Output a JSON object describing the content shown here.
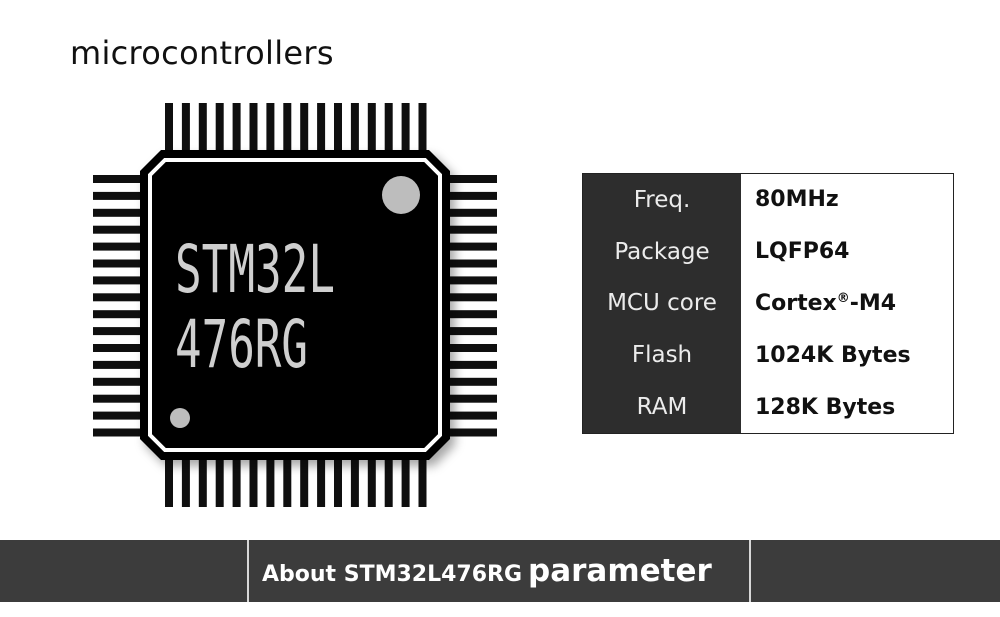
{
  "heading": "microcontrollers",
  "chip": {
    "marking_line1": "STM32L",
    "marking_line2": "476RG",
    "icon": "microcontroller-chip-icon",
    "pins_per_side": 16,
    "colors": {
      "body": "#050505",
      "outline": "#ffffff",
      "pin": "#0f0f0f",
      "marking": "#cfcfcf",
      "dot": "#bdbdbd"
    }
  },
  "params": [
    {
      "label": "Freq.",
      "value": "80MHz"
    },
    {
      "label": "Package",
      "value": "LQFP64"
    },
    {
      "label": "MCU core",
      "value": "Cortex",
      "value_sup": "®",
      "value_suffix": "-M4"
    },
    {
      "label": "Flash",
      "value": "1024K Bytes"
    },
    {
      "label": "RAM",
      "value": "128K Bytes"
    }
  ],
  "footer": {
    "small_text": "About STM32L476RG",
    "big_text": "parameter"
  },
  "colors": {
    "label_bg": "#2d2d2d",
    "footer_bg": "#3c3c3c",
    "text_dark": "#111111"
  }
}
